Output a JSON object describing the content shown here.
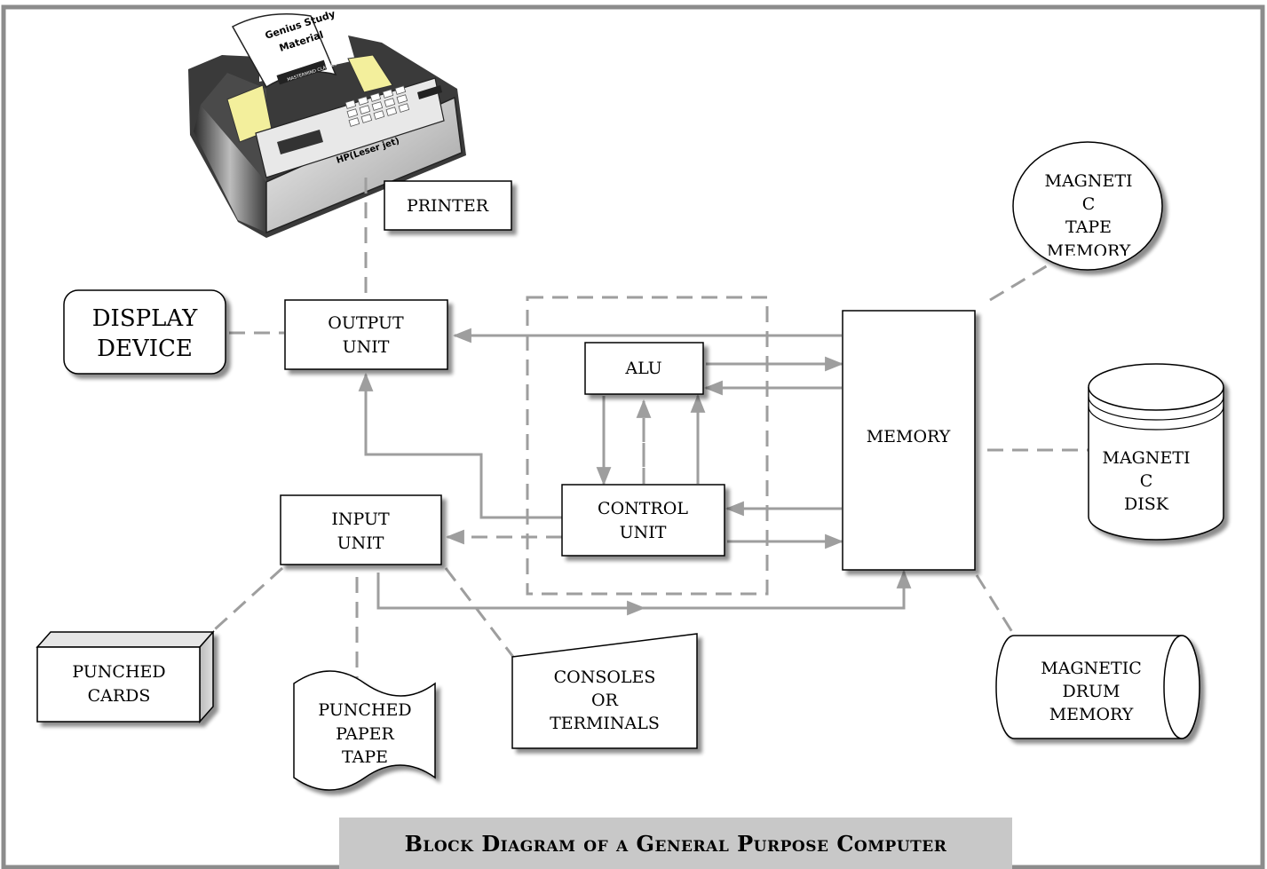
{
  "printer_paper": {
    "line1": "Genius Study",
    "line2": "Material",
    "logo": "MASTERMIND CLASSES"
  },
  "printer_brand": "HP(Leser jet)",
  "labels": {
    "printer": "PRINTER",
    "display_device": [
      "DISPLAY",
      "DEVICE"
    ],
    "output_unit": [
      "OUTPUT",
      "UNIT"
    ],
    "alu": "ALU",
    "control_unit": [
      "CONTROL",
      "UNIT"
    ],
    "input_unit": [
      "INPUT",
      "UNIT"
    ],
    "memory": "MEMORY",
    "magnetic_tape_memory": [
      "MAGNETI",
      "C",
      "TAPE",
      "MEMORY"
    ],
    "magnetic_disk": [
      "MAGNETI",
      "C",
      "DISK"
    ],
    "magnetic_drum_memory": [
      "MAGNETIC",
      "DRUM",
      "MEMORY"
    ],
    "punched_cards": [
      "PUNCHED",
      "CARDS"
    ],
    "punched_paper_tape": [
      "PUNCHED",
      "PAPER",
      "TAPE"
    ],
    "consoles_terminals": [
      "CONSOLES",
      "OR",
      "TERMINALS"
    ]
  },
  "caption": "Block Diagram of a General Purpose Computer",
  "colors": {
    "frame": "#8c8c8c",
    "connector": "#9e9e9e",
    "caption_bg": "#c8c8c8"
  }
}
